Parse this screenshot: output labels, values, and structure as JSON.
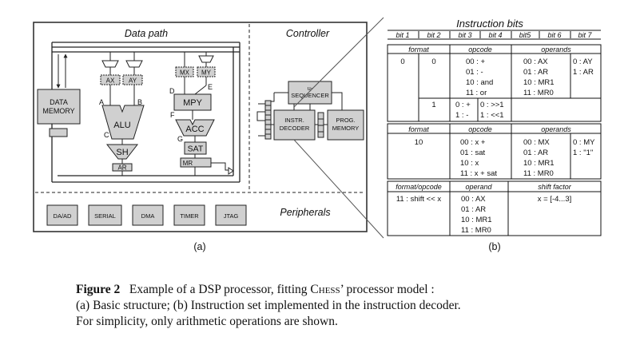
{
  "diagram_a": {
    "sections": {
      "datapath": "Data path",
      "controller": "Controller",
      "peripherals": "Peripherals"
    },
    "data_memory": [
      "DATA",
      "MEMORY"
    ],
    "regs": {
      "ax": "AX",
      "ay": "AY",
      "mx": "MX",
      "my": "MY",
      "ar": "AR",
      "mr": "MR"
    },
    "port_labels": {
      "a": "A",
      "b": "B",
      "c": "C",
      "d": "D",
      "e": "E",
      "f": "F",
      "g": "G"
    },
    "units": {
      "alu": "ALU",
      "sh": "SH",
      "mpy": "MPY",
      "acc": "ACC",
      "sat": "SAT"
    },
    "sequencer": [
      "u-",
      "SEQUENCER"
    ],
    "decoder": [
      "INSTR.",
      "DECODER"
    ],
    "prog_memory": [
      "PROG.",
      "MEMORY"
    ],
    "peripheral_boxes": [
      "DA/AD",
      "SERIAL",
      "DMA",
      "TIMER",
      "JTAG"
    ],
    "sublabel": "(a)"
  },
  "table_b": {
    "title": "Instruction bits",
    "bit_headers": [
      "bit 1",
      "bit 2",
      "bit 3",
      "bit 4",
      "bit5",
      "bit 6",
      "bit 7"
    ],
    "g1": {
      "h_format": "format",
      "h_opcode": "opcode",
      "h_operands": "operands",
      "r1": {
        "f1": "0",
        "f2": "0",
        "op": [
          "00 : +",
          "01 : -",
          "10 : and",
          "11 : or"
        ],
        "opd1": [
          "00 : AX",
          "01 : AR",
          "10 : MR1",
          "11 : MR0"
        ],
        "opd2": [
          "0 : AY",
          "1 : AR"
        ]
      },
      "r2": {
        "f2": "1",
        "op_a": [
          "0 : +",
          "1 : -"
        ],
        "op_b": [
          "0 : >>1",
          "1 : <<1"
        ]
      }
    },
    "g2": {
      "h_format": "format",
      "h_opcode": "opcode",
      "h_operands": "operands",
      "f": "10",
      "op": [
        "00 : x +",
        "01 : sat",
        "10 : x",
        "11 : x + sat"
      ],
      "opd1": [
        "00 : MX",
        "01 : AR",
        "10 : MR1",
        "11 : MR0"
      ],
      "opd2": [
        "0 : MY",
        "1 : \"1\""
      ]
    },
    "g3": {
      "h_fo": "format/opcode",
      "h_operand": "operand",
      "h_shift": "shift factor",
      "fo": "11 : shift << x",
      "operand": [
        "00 : AX",
        "01 : AR",
        "10 : MR1",
        "11 : MR0"
      ],
      "shift": "x = [-4...3]"
    },
    "sublabel": "(b)"
  },
  "caption": {
    "label": "Figure 2",
    "line1_pre": "Example of a DSP processor, fitting ",
    "chess": "Chess",
    "line1_post": "’ processor model :",
    "line2": "(a) Basic structure; (b) Instruction set implemented in the instruction decoder.",
    "line3": "For simplicity, only arithmetic operations are shown."
  }
}
